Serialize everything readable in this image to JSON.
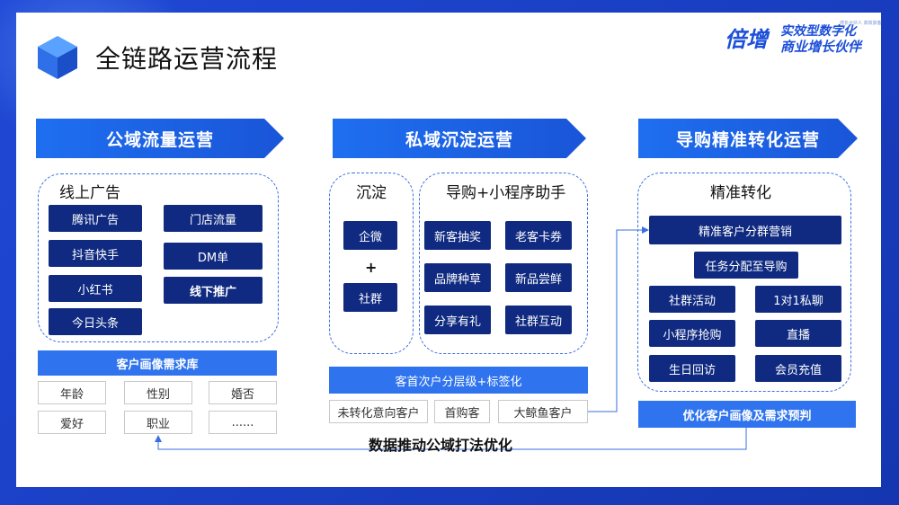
{
  "page": {
    "title": "全链路运营流程"
  },
  "logo": {
    "mark": "倍增",
    "line1": "实效型数字化",
    "line2": "商业增长伙伴",
    "tiny": "增长合伙人 高效获客"
  },
  "sections": {
    "public": {
      "header": "公域流量运营",
      "group_label": "线上广告",
      "online_ads": [
        "腾讯广告",
        "抖音快手",
        "小红书",
        "今日头条"
      ],
      "offline": [
        "门店流量",
        "DM单",
        "线下推广"
      ],
      "profile_library": "客户画像需求库",
      "tags": [
        "年龄",
        "性别",
        "婚否",
        "爱好",
        "职业",
        "......"
      ]
    },
    "private": {
      "header": "私域沉淀运营",
      "settle_label": "沉淀",
      "settle_items": [
        "企微",
        "社群"
      ],
      "plus": "+",
      "assist_label": "导购+小程序助手",
      "assist_items": [
        "新客抽奖",
        "老客卡券",
        "品牌种草",
        "新品尝鲜",
        "分享有礼",
        "社群互动"
      ],
      "tiering": "客首次户分层级+标签化",
      "customer_types": [
        "未转化意向客户",
        "首购客",
        "大鲸鱼客户"
      ]
    },
    "conversion": {
      "header": "导购精准转化运营",
      "group_label": "精准转化",
      "top_items": [
        "精准客户分群营销",
        "任务分配至导购"
      ],
      "grid_items": [
        "社群活动",
        "1对1私聊",
        "小程序抢购",
        "直播",
        "生日回访",
        "会员充值"
      ],
      "optimize": "优化客户画像及需求预判"
    }
  },
  "footer_caption": "数据推动公域打法优化",
  "colors": {
    "primary": "#1e6ff0",
    "dark_block": "#0f2a80",
    "light_block": "#2f74ee",
    "frame": "#1a3fc2"
  }
}
